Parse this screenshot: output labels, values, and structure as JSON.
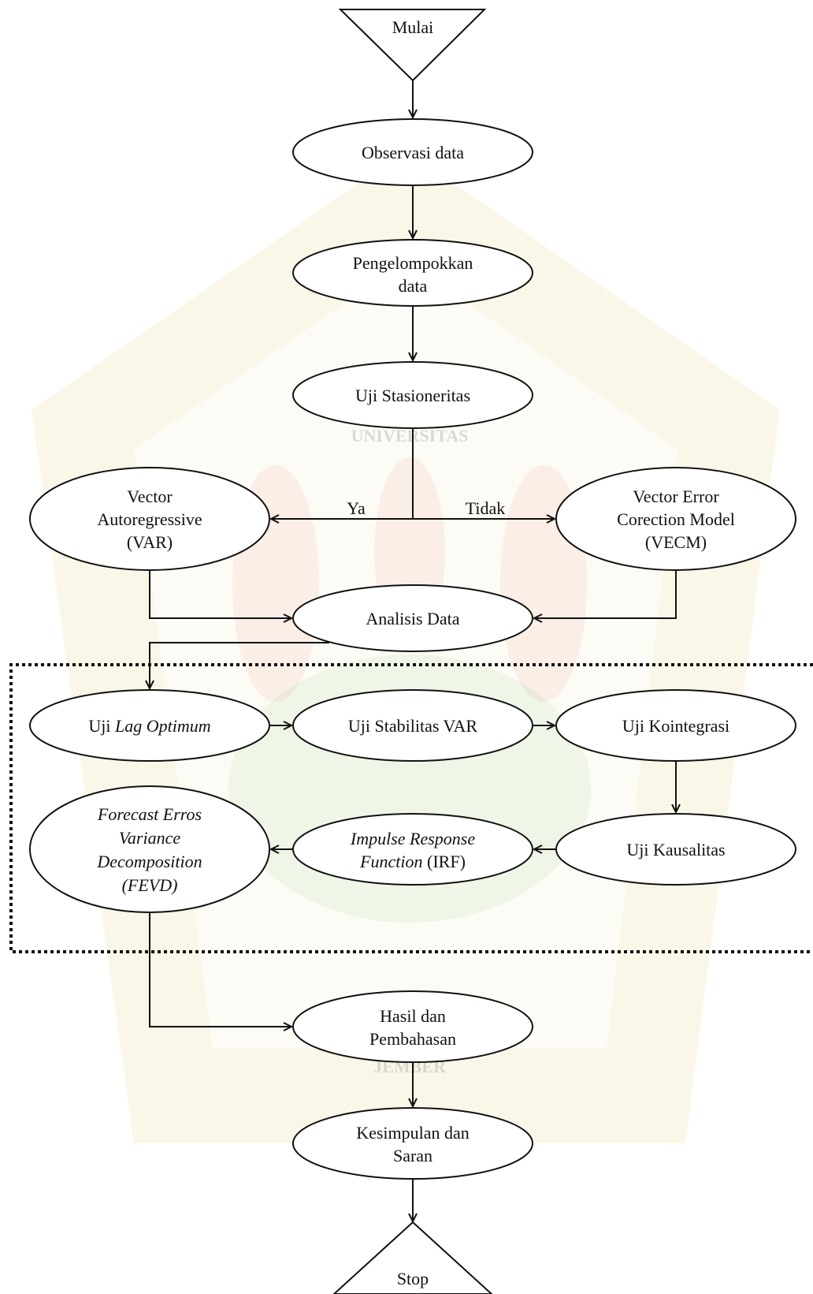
{
  "flowchart": {
    "start": "Mulai",
    "end": "Stop",
    "nodes": {
      "observasi": [
        "Observasi data"
      ],
      "pengelompokkan": [
        "Pengelompokkan",
        "data"
      ],
      "stasioneritas": [
        "Uji Stasioneritas"
      ],
      "var": [
        "Vector",
        "Autoregressive",
        "(VAR)"
      ],
      "vecm": [
        "Vector Error",
        "Corection Model",
        "(VECM)"
      ],
      "analisis": [
        "Analisis Data"
      ],
      "lag": {
        "prefix": "Uji",
        "italic": "Lag Optimum"
      },
      "stabilitas": [
        "Uji Stabilitas VAR"
      ],
      "kointegrasi": [
        "Uji Kointegrasi"
      ],
      "kausalitas": [
        "Uji Kausalitas"
      ],
      "irf": {
        "line1_italic": "Impulse Response",
        "line2_italic": "Function",
        "line2_suffix": "(IRF)"
      },
      "fevd": [
        "Forecast Erros",
        "Variance",
        "Decomposition",
        "(FEVD)"
      ],
      "hasil": [
        "Hasil dan",
        "Pembahasan"
      ],
      "kesimpulan": [
        "Kesimpulan dan",
        "Saran"
      ]
    },
    "branch_yes": "Ya",
    "branch_no": "Tidak"
  },
  "watermark": {
    "top_text": "UNIVERSITAS",
    "bottom_text": "JEMBER",
    "colors": {
      "band": "#f1e6b3",
      "letters": "#b9b9b9",
      "red": "#d9534f",
      "green": "#4caf50"
    }
  }
}
